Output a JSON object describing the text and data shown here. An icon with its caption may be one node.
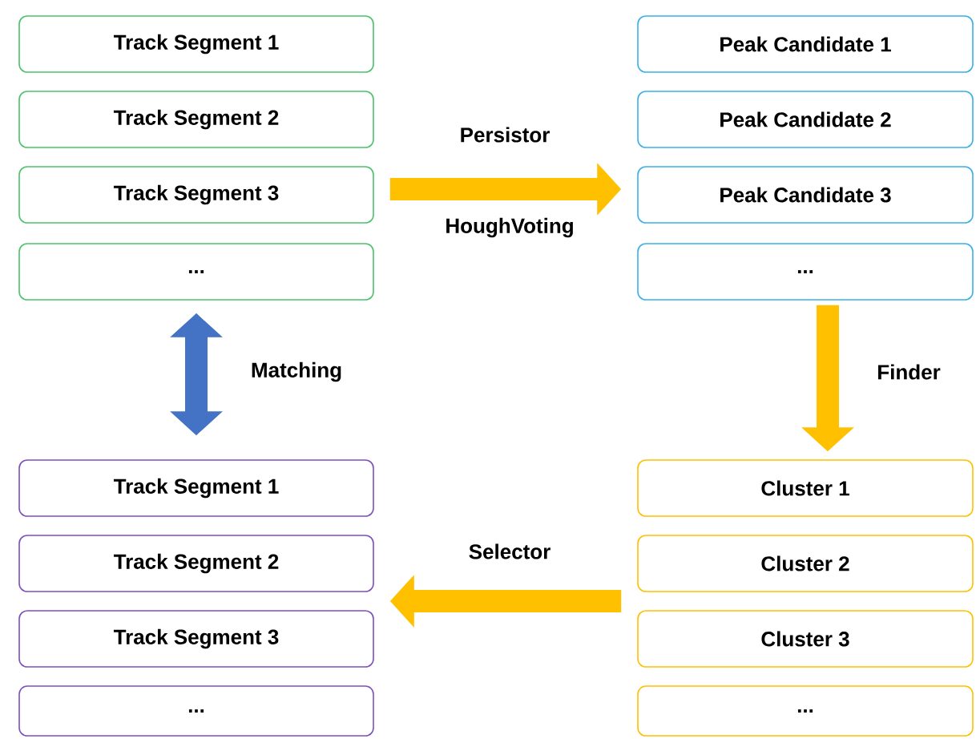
{
  "diagram": {
    "nodes": [
      {
        "text": [
          "Track Segment 1"
        ]
      },
      {
        "text": [
          "Track Segment 2"
        ]
      },
      {
        "text": [
          "Track Segment 3"
        ]
      },
      {
        "text": [
          "..."
        ]
      },
      {
        "text": [
          "Peak Candidate 1"
        ]
      },
      {
        "text": [
          "Peak Candidate 2"
        ]
      },
      {
        "text": [
          "Peak Candidate 3"
        ]
      },
      {
        "text": [
          "..."
        ]
      },
      {
        "text": [
          "Track Segment 1"
        ]
      },
      {
        "text": [
          "Track Segment 2"
        ]
      },
      {
        "text": [
          "Track Segment 3"
        ]
      },
      {
        "text": [
          "..."
        ]
      },
      {
        "text": [
          "Cluster 1"
        ]
      },
      {
        "text": [
          "Cluster 2"
        ]
      },
      {
        "text": [
          "Cluster 3"
        ]
      },
      {
        "text": [
          "..."
        ]
      }
    ],
    "edges": [
      {
        "from": 2,
        "to": 6,
        "arrow": "to",
        "label": "Persistor"
      },
      {
        "from": 3,
        "to": 8,
        "arrow": "both",
        "label": "Matching",
        "color": "#4472c4"
      },
      {
        "from": 7,
        "to": 12,
        "arrow": "to",
        "label": "Finder"
      },
      {
        "from": 13,
        "to": 9,
        "arrow": "to",
        "label": "Selector"
      }
    ],
    "labels": [
      "HoughVoting"
    ]
  }
}
